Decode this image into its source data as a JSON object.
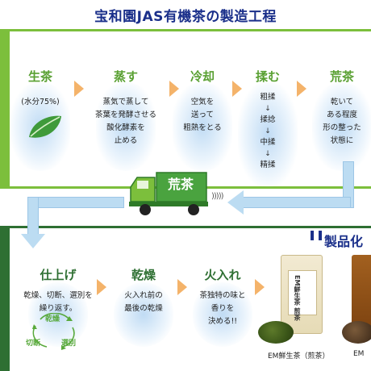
{
  "title": "宝和園JAS有機茶の製造工程",
  "top_steps": [
    {
      "head": "生茶",
      "body": "(水分75%)"
    },
    {
      "head": "蒸す",
      "body": "蒸気で蒸して\n茶葉を発酵させる\n酸化酵素を\n止める"
    },
    {
      "head": "冷却",
      "body": "空気を\n送って\n粗熱をとる"
    },
    {
      "head": "揉む",
      "stack": [
        "粗揉",
        "↓",
        "揉捻",
        "↓",
        "中揉",
        "↓",
        "精揉"
      ]
    },
    {
      "head": "荒茶",
      "body": "乾いて\nある程度\n形の整った\n状態に"
    }
  ],
  "truck": {
    "label": "荒茶",
    "waves": ")))))"
  },
  "bottom_steps": [
    {
      "head": "仕上げ",
      "body": "乾燥、切断、選別を\n繰り返す。"
    },
    {
      "head": "乾燥",
      "body": "火入れ前の\n最後の乾燥"
    },
    {
      "head": "火入れ",
      "body": "茶独特の味と\n香りを\n決める!!"
    }
  ],
  "cycle_labels": [
    "乾燥",
    "切断",
    "選別"
  ],
  "product_title": "製品化",
  "products": [
    {
      "package_text": "EM鮮生茶 煎茶",
      "caption": "EM鮮生茶（煎茶）"
    },
    {
      "caption": "EM"
    }
  ],
  "colors": {
    "title": "#1a2f8a",
    "light_green": "#7cbf3c",
    "dark_green": "#2e6f32",
    "arrow": "#f4b36a",
    "track": "#bcdcf2"
  }
}
